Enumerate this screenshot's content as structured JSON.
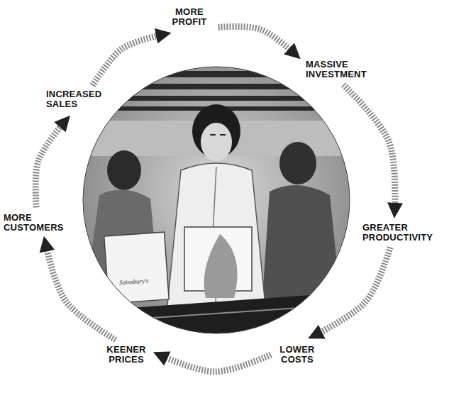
{
  "diagram": {
    "nodes": [
      {
        "text": [
          "MORE PROFIT"
        ]
      },
      {
        "text": [
          "MASSIVE INVESTMENT"
        ]
      },
      {
        "text": [
          "GREATER PRODUCTIVITY"
        ]
      },
      {
        "text": [
          "LOWER COSTS"
        ]
      },
      {
        "text": [
          "KEENER PRICES"
        ]
      },
      {
        "text": [
          "MORE CUSTOMERS"
        ]
      },
      {
        "text": [
          "INCREASED SALES"
        ]
      }
    ],
    "edges": [
      {
        "from": 0,
        "to": 1,
        "arrow": "to"
      },
      {
        "from": 1,
        "to": 2,
        "arrow": "to"
      },
      {
        "from": 2,
        "to": 3,
        "arrow": "to"
      },
      {
        "from": 3,
        "to": 4,
        "arrow": "to"
      },
      {
        "from": 4,
        "to": 5,
        "arrow": "to"
      },
      {
        "from": 5,
        "to": 6,
        "arrow": "to"
      },
      {
        "from": 6,
        "to": 0,
        "arrow": "to"
      }
    ],
    "labels": [
      "Sainsbury's"
    ]
  }
}
